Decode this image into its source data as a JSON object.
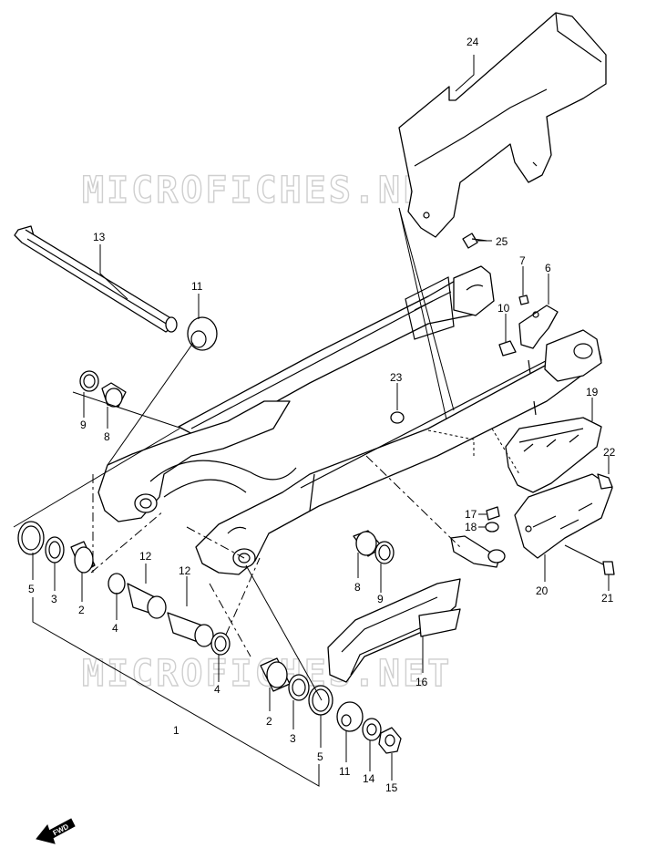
{
  "watermark": "MICROFICHES.NET",
  "fwd_label": "FWD",
  "callouts": [
    {
      "id": "c24",
      "label": "24"
    },
    {
      "id": "c25",
      "label": "25"
    },
    {
      "id": "c13",
      "label": "13"
    },
    {
      "id": "c11a",
      "label": "11"
    },
    {
      "id": "c7",
      "label": "7"
    },
    {
      "id": "c6",
      "label": "6"
    },
    {
      "id": "c10",
      "label": "10"
    },
    {
      "id": "c23",
      "label": "23"
    },
    {
      "id": "c19",
      "label": "19"
    },
    {
      "id": "c9a",
      "label": "9"
    },
    {
      "id": "c8a",
      "label": "8"
    },
    {
      "id": "c22",
      "label": "22"
    },
    {
      "id": "c17",
      "label": "17"
    },
    {
      "id": "c18",
      "label": "18"
    },
    {
      "id": "c12a",
      "label": "12"
    },
    {
      "id": "c12b",
      "label": "12"
    },
    {
      "id": "c5a",
      "label": "5"
    },
    {
      "id": "c3a",
      "label": "3"
    },
    {
      "id": "c2a",
      "label": "2"
    },
    {
      "id": "c4a",
      "label": "4"
    },
    {
      "id": "c4b",
      "label": "4"
    },
    {
      "id": "c8b",
      "label": "8"
    },
    {
      "id": "c9b",
      "label": "9"
    },
    {
      "id": "c20",
      "label": "20"
    },
    {
      "id": "c21",
      "label": "21"
    },
    {
      "id": "c16",
      "label": "16"
    },
    {
      "id": "c1",
      "label": "1"
    },
    {
      "id": "c2b",
      "label": "2"
    },
    {
      "id": "c3b",
      "label": "3"
    },
    {
      "id": "c5b",
      "label": "5"
    },
    {
      "id": "c11b",
      "label": "11"
    },
    {
      "id": "c14",
      "label": "14"
    },
    {
      "id": "c15",
      "label": "15"
    }
  ]
}
